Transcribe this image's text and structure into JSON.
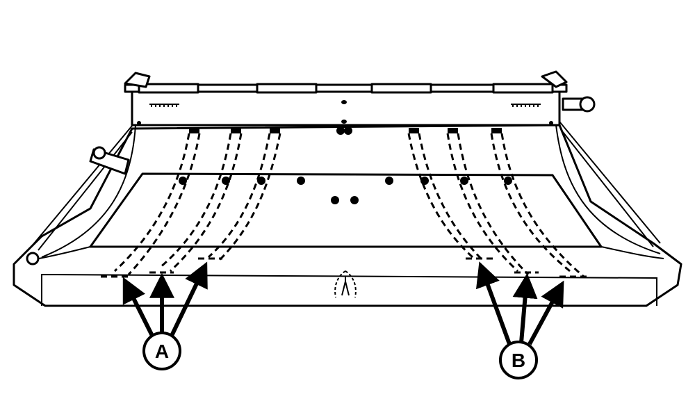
{
  "diagram": {
    "callouts": [
      {
        "id": "A",
        "label": "A"
      },
      {
        "id": "B",
        "label": "B"
      }
    ],
    "colors": {
      "line": "#000000",
      "background": "#ffffff"
    },
    "icons": [
      "arrow-icon",
      "mounting-hole-icon",
      "hinge-pin-icon",
      "gauge-wheel-bracket-icon"
    ]
  }
}
